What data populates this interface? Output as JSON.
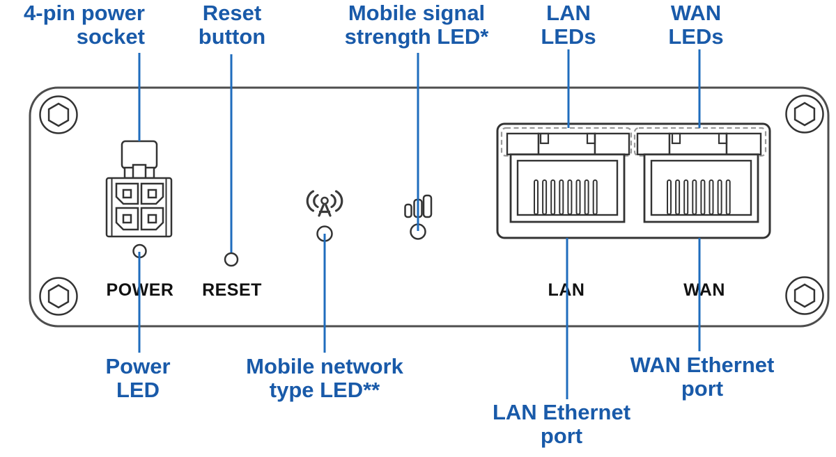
{
  "diagram_title": "Router front panel component diagram",
  "callouts": {
    "power_socket": {
      "line1": "4-pin power",
      "line2": "socket"
    },
    "reset_button": {
      "line1": "Reset",
      "line2": "button"
    },
    "mobile_signal": {
      "line1": "Mobile signal",
      "line2": "strength LED*"
    },
    "lan_leds": {
      "line1": "LAN",
      "line2": "LEDs"
    },
    "wan_leds": {
      "line1": "WAN",
      "line2": "LEDs"
    },
    "power_led": {
      "line1": "Power",
      "line2": "LED"
    },
    "mobile_network": {
      "line1": "Mobile network",
      "line2": "type LED**"
    },
    "lan_port": {
      "line1": "LAN Ethernet",
      "line2": "port"
    },
    "wan_port": {
      "line1": "WAN Ethernet",
      "line2": "port"
    }
  },
  "panel_text": {
    "power": "POWER",
    "reset": "RESET",
    "lan": "LAN",
    "wan": "WAN"
  },
  "icons": {
    "antenna": "mobile-network-antenna-icon",
    "signal_bars": "signal-strength-bars-icon",
    "screw": "hex-socket-screw-icon"
  },
  "colors": {
    "label_blue": "#195aa9",
    "line_blue": "#1f6cbd",
    "panel_stroke": "#4d4d4d",
    "part_stroke": "#333333",
    "dash_stroke": "#999999",
    "panel_text": "#111111"
  }
}
